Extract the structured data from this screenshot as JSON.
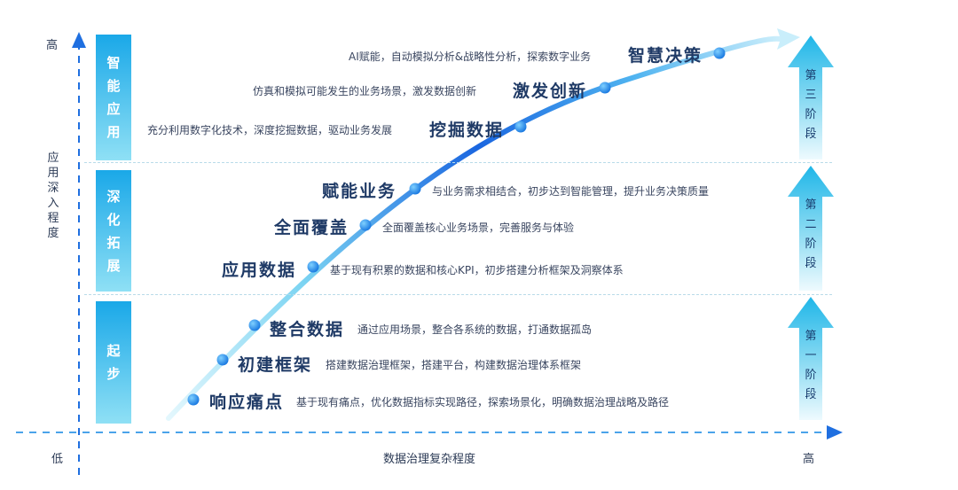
{
  "y_axis": {
    "high": "高",
    "low": "低",
    "label_chars": [
      "应",
      "用",
      "深",
      "入",
      "程",
      "度"
    ]
  },
  "x_axis": {
    "label": "数据治理复杂程度",
    "high": "高"
  },
  "stages": [
    {
      "chars": [
        "智",
        "能",
        "应",
        "用"
      ]
    },
    {
      "chars": [
        "深",
        "化",
        "拓",
        "展"
      ]
    },
    {
      "chars": [
        "起",
        "步"
      ]
    }
  ],
  "phases": [
    {
      "chars": [
        "第",
        "三",
        "阶",
        "段"
      ]
    },
    {
      "chars": [
        "第",
        "二",
        "阶",
        "段"
      ]
    },
    {
      "chars": [
        "第",
        "一",
        "阶",
        "段"
      ]
    }
  ],
  "nodes": [
    {
      "title": "响应痛点",
      "desc": "基于现有痛点，优化数据指标实现路径，探索场景化，明确数据治理战略及路径"
    },
    {
      "title": "初建框架",
      "desc": "搭建数据治理框架，搭建平台，构建数据治理体系框架"
    },
    {
      "title": "整合数据",
      "desc": "通过应用场景，整合各系统的数据，打通数据孤岛"
    },
    {
      "title": "应用数据",
      "desc": "基于现有积累的数据和核心KPI，初步搭建分析框架及洞察体系"
    },
    {
      "title": "全面覆盖",
      "desc": "全面覆盖核心业务场景，完善服务与体验"
    },
    {
      "title": "赋能业务",
      "desc": "与业务需求相结合，初步达到智能管理，提升业务决策质量"
    },
    {
      "title": "挖掘数据",
      "desc": "充分利用数字化技术，深度挖掘数据，驱动业务发展"
    },
    {
      "title": "激发创新",
      "desc": "仿真和模拟可能发生的业务场景，激发数据创新"
    },
    {
      "title": "智慧决策",
      "desc": "AI赋能，自动模拟分析&战略性分析，探索数字业务"
    }
  ],
  "colors": {
    "axis": "#1f6fe0",
    "stage_top": "#1aa8e8",
    "stage_bottom": "#8fe0f5",
    "curve_light": "#c9effa",
    "curve_dark": "#1a66e0",
    "node_dot": "#1e8ee8",
    "phase_top": "#1fb6e8",
    "phase_bottom": "#e6f8fd"
  }
}
